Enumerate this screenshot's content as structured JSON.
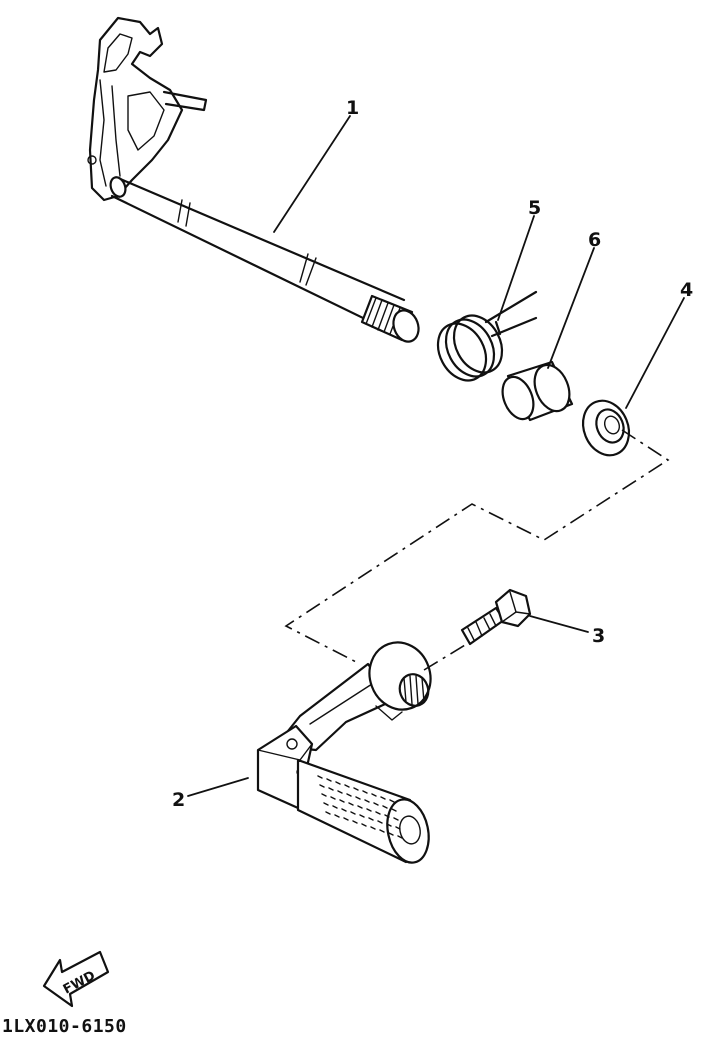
{
  "parts": [
    {
      "number": "1",
      "name": "shift-shaft"
    },
    {
      "number": "2",
      "name": "shift-pedal"
    },
    {
      "number": "3",
      "name": "bolt"
    },
    {
      "number": "4",
      "name": "oil-seal"
    },
    {
      "number": "5",
      "name": "torsion-spring"
    },
    {
      "number": "6",
      "name": "collar"
    }
  ],
  "fwd_label": "FWD",
  "drawing_code": "1LX010-6150"
}
